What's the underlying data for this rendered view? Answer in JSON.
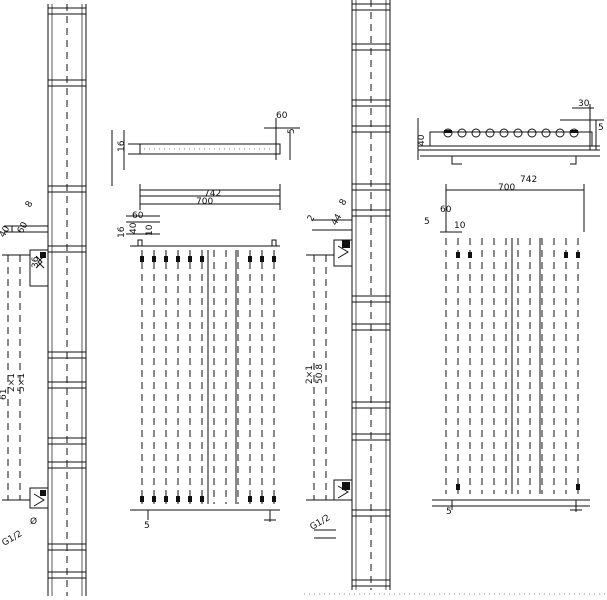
{
  "dimensions": {
    "top_left_60": "60",
    "top_left_5": "5",
    "top_left_16": "16",
    "mid_top_60": "60",
    "mid_top_700": "700",
    "mid_top_742": "742",
    "mid_left_16": "16",
    "mid_left_40": "40",
    "mid_left_10": "10",
    "mid_bottom_5": "5",
    "left_40": "40",
    "left_60": "60",
    "left_8": "8",
    "left_36": "36",
    "left_height_a": "2×1",
    "left_height_b": "5×1",
    "left_height_c": "61",
    "left_bottom_g": "G1/2",
    "left_bottom_d": "Ø",
    "center_44": "44",
    "center_8": "8",
    "center_2": "2",
    "center_height_a": "2×1",
    "center_height_b": "50.8",
    "center_bottom_g": "G1/2",
    "right_top_30": "30",
    "right_top_5": "5",
    "right_top_40": "40",
    "right_700": "700",
    "right_742": "742",
    "right_60": "60",
    "right_10": "10",
    "right_5": "5",
    "right_bottom_5": "5"
  }
}
